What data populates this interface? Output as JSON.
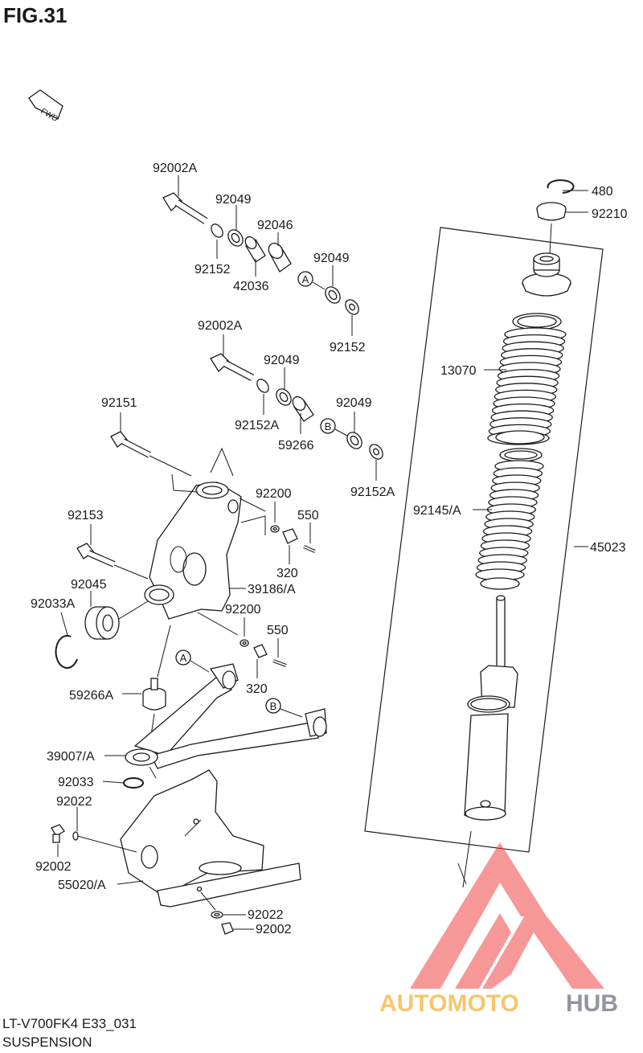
{
  "figure": {
    "title": "FIG.31",
    "code": "LT-V700FK4 E33_031",
    "name": "SUSPENSION",
    "fwd_label": "FWD"
  },
  "callouts": {
    "a": "A",
    "b": "B"
  },
  "parts": {
    "p92002A_top": "92002A",
    "p92049_1": "92049",
    "p92046": "92046",
    "p92152_1": "92152",
    "p42036": "42036",
    "p92049_2": "92049",
    "p92152_2": "92152",
    "p92002A_mid": "92002A",
    "p92049_3": "92049",
    "p92152A_1": "92152A",
    "p59266": "59266",
    "p92049_4": "92049",
    "p92152A_2": "92152A",
    "p92151": "92151",
    "p92200_1": "92200",
    "p550_1": "550",
    "p92153": "92153",
    "p320_1": "320",
    "p92045": "92045",
    "p39186A": "39186/A",
    "p92033A": "92033A",
    "p92200_2": "92200",
    "p550_2": "550",
    "p320_2": "320",
    "p59266A": "59266A",
    "p39007A": "39007/A",
    "p92033": "92033",
    "p92022_1": "92022",
    "p92002_1": "92002",
    "p55020A": "55020/A",
    "p92022_2": "92022",
    "p92002_2": "92002",
    "p480": "480",
    "p92210": "92210",
    "p13070": "13070",
    "p92145A": "92145/A",
    "p45023": "45023"
  },
  "watermark": {
    "text_a": "AUTOMOTO",
    "text_b": "HUB",
    "color_red": "#ef4444",
    "color_orange": "#f59e0b"
  }
}
